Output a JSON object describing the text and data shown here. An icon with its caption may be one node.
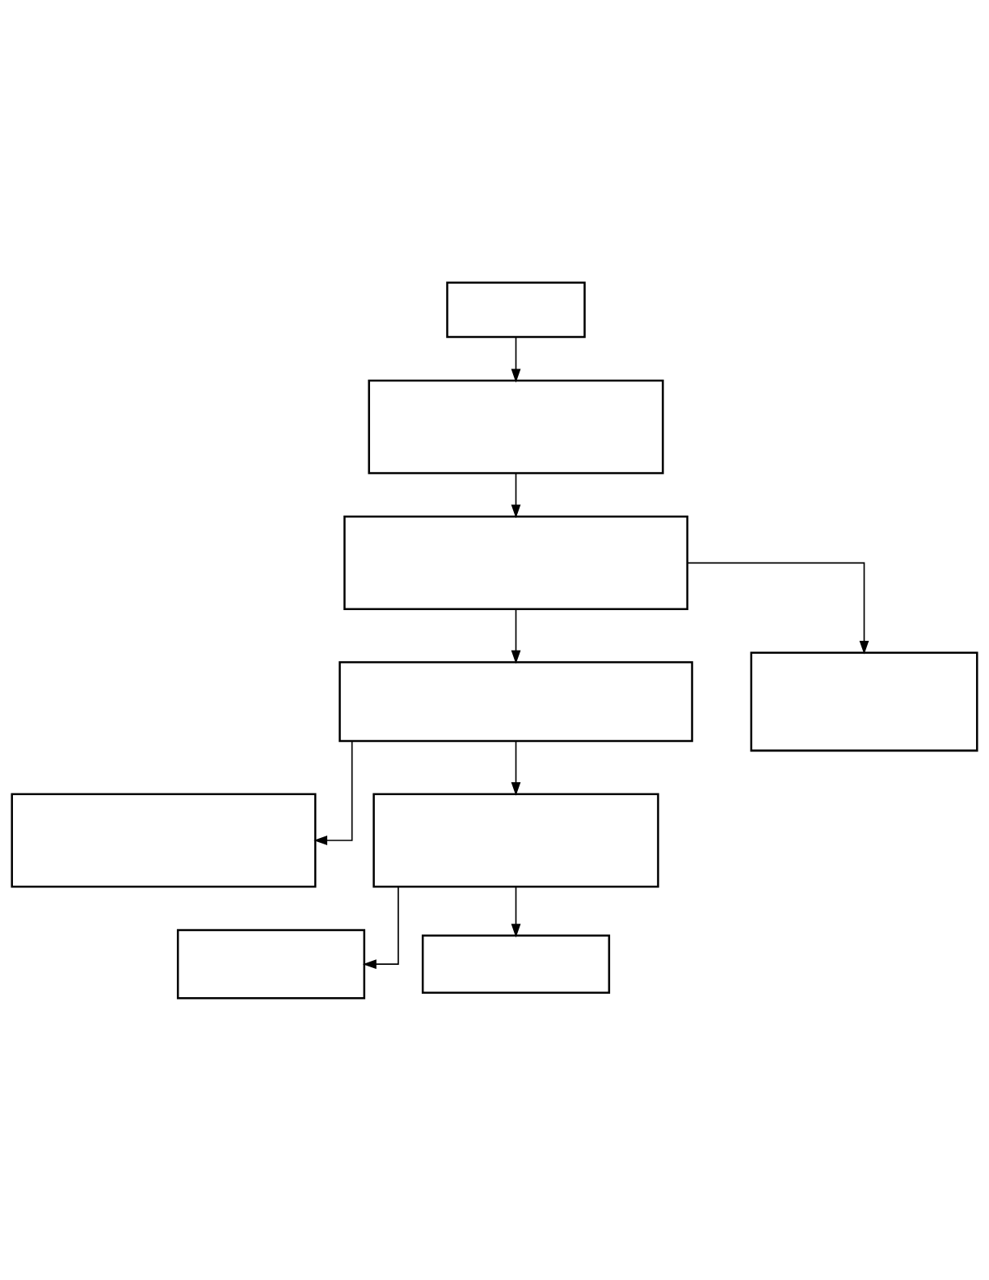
{
  "diagram": {
    "nodes": [
      {
        "text": [],
        "shape": "box"
      },
      {
        "text": [],
        "shape": "box"
      },
      {
        "text": [],
        "shape": "box"
      },
      {
        "text": [],
        "shape": "box"
      },
      {
        "text": [],
        "shape": "box"
      },
      {
        "text": [],
        "shape": "box"
      },
      {
        "text": [],
        "shape": "box"
      },
      {
        "text": [],
        "shape": "box"
      },
      {
        "text": [],
        "shape": "box"
      }
    ],
    "edges": [
      {
        "from": 0,
        "to": 1,
        "arrow": "to"
      },
      {
        "from": 1,
        "to": 2,
        "arrow": "to"
      },
      {
        "from": 2,
        "to": 3,
        "arrow": "to"
      },
      {
        "from": 2,
        "to": 4,
        "arrow": "to"
      },
      {
        "from": 3,
        "to": 6,
        "arrow": "to"
      },
      {
        "from": 3,
        "to": 5,
        "arrow": "to"
      },
      {
        "from": 6,
        "to": 8,
        "arrow": "to"
      },
      {
        "from": 6,
        "to": 7,
        "arrow": "to"
      }
    ]
  }
}
